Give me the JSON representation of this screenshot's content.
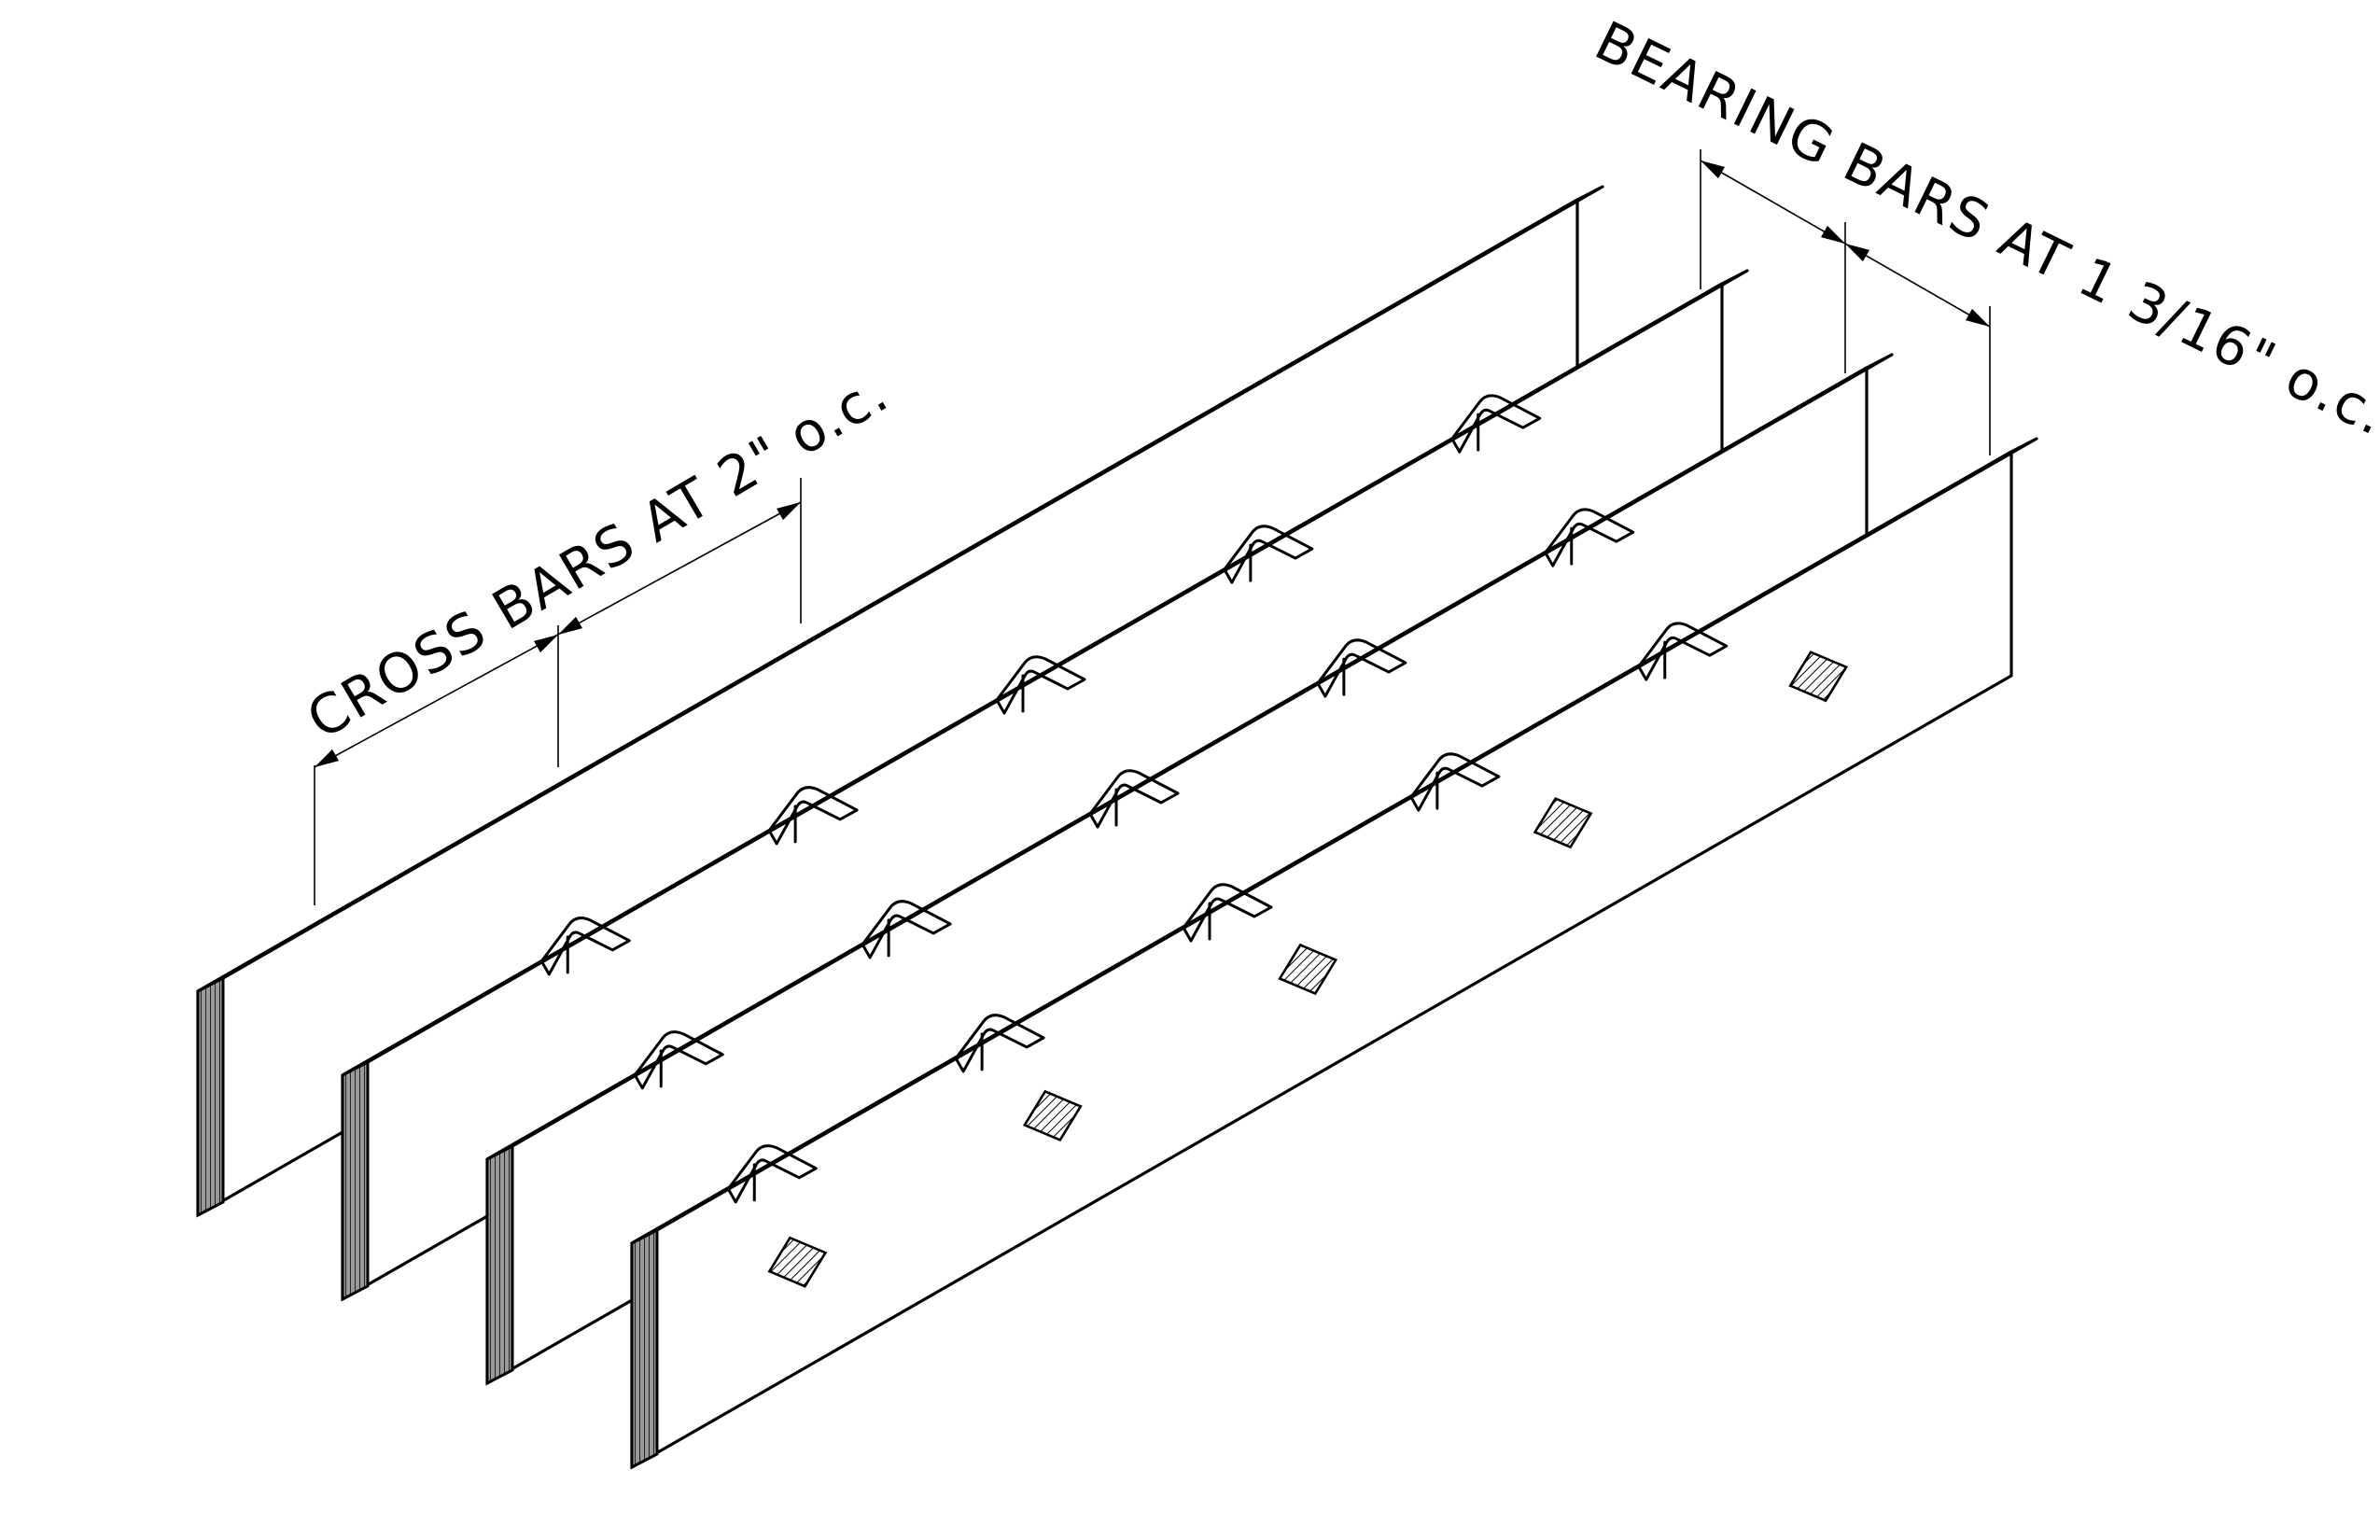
{
  "labels": {
    "cross_bars": "CROSS BARS AT 2\" o.c.",
    "bearing_bars": "BEARING BARS AT 1 3/16\" o.c."
  },
  "drawing": {
    "bearing_bar_count": 4,
    "cross_bar_count": 5
  },
  "colors": {
    "ink": "#000000",
    "paper": "#ffffff"
  }
}
